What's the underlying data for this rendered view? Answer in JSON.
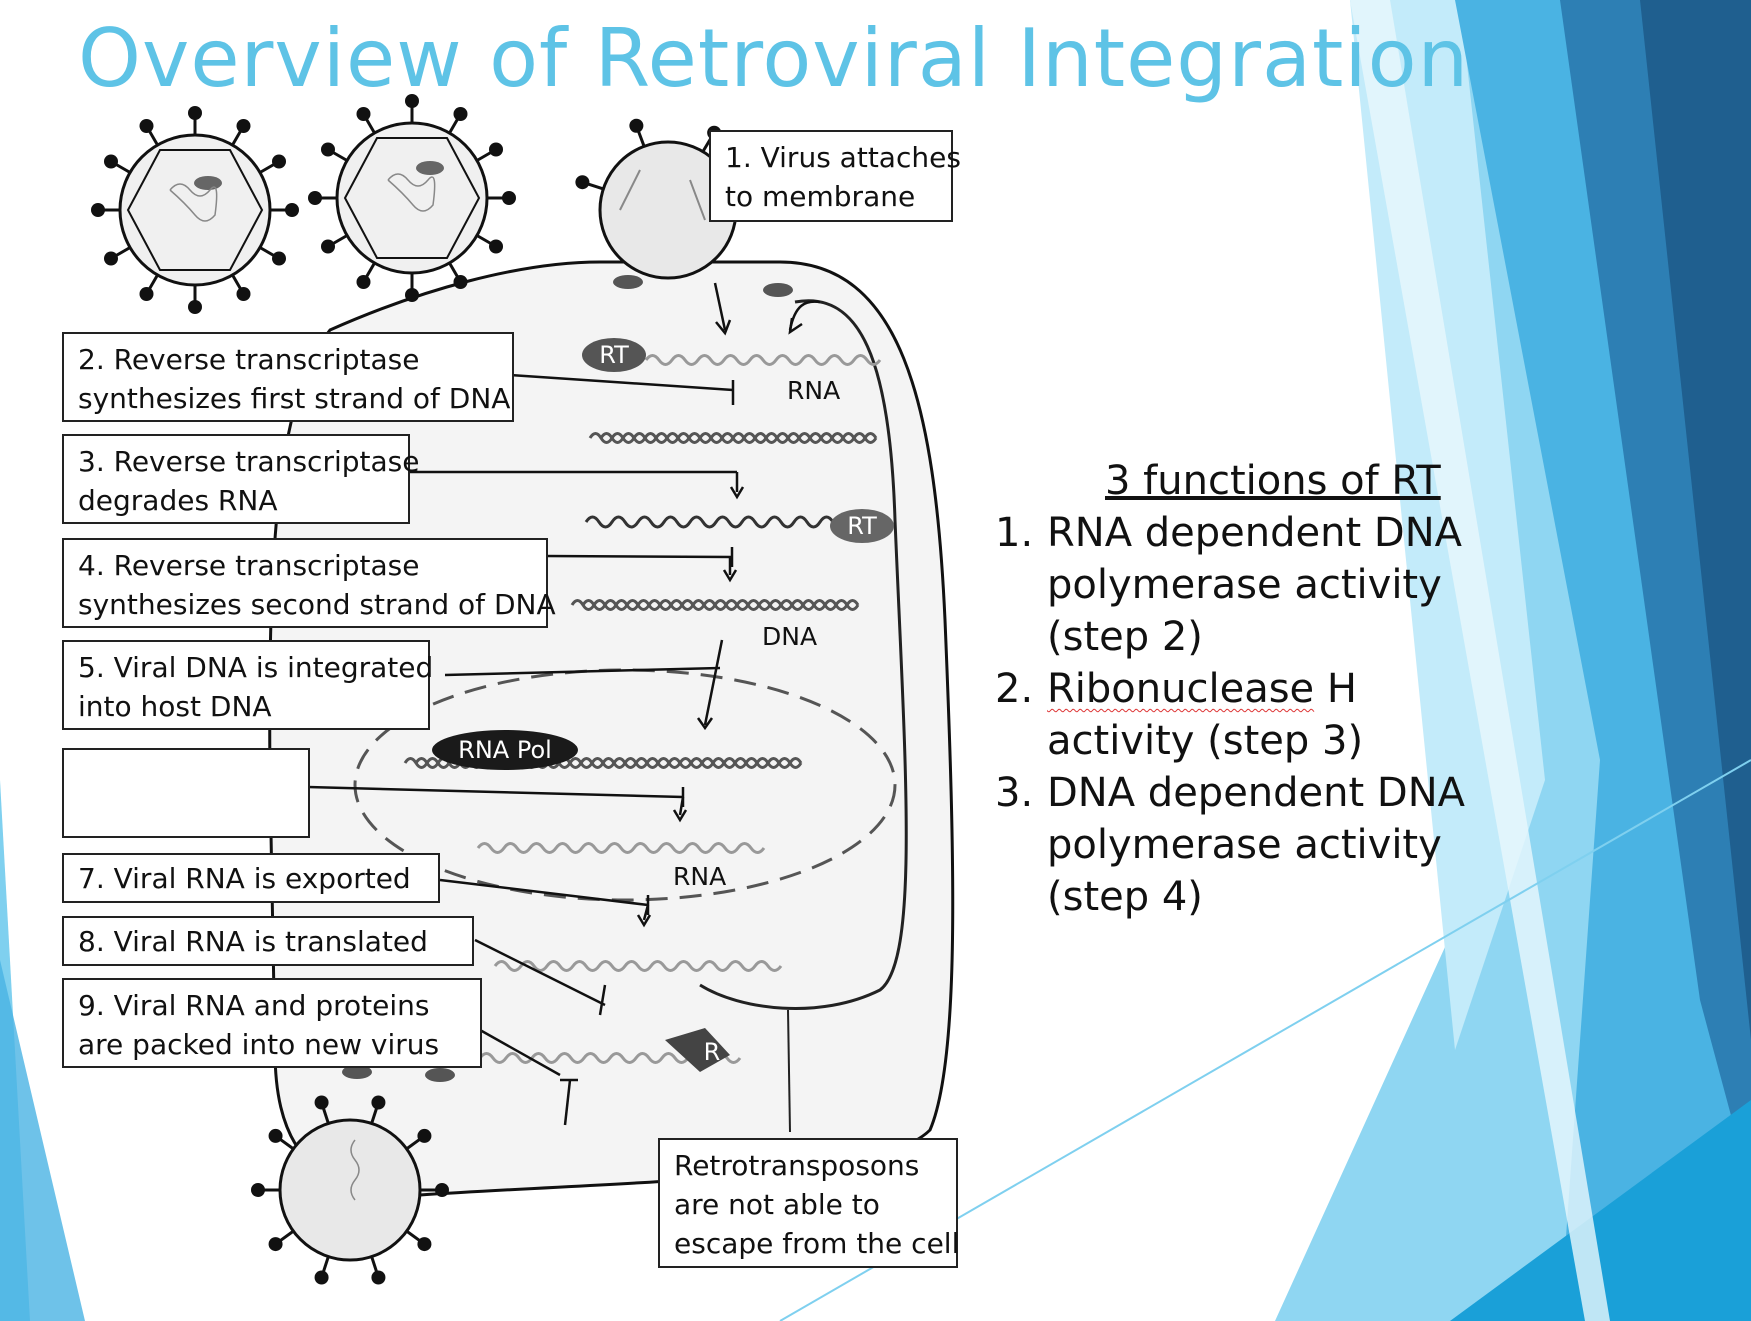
{
  "slide": {
    "title": "Overview of Retroviral Integration",
    "colors": {
      "title": "#5ec3e6",
      "accent_light": "#7fd0ef",
      "accent_mid": "#2f9fd8",
      "accent_dark": "#1f5f8f"
    }
  },
  "steps": [
    {
      "id": "step1",
      "lines": [
        "1. Virus attaches",
        "to membrane"
      ]
    },
    {
      "id": "step2",
      "lines": [
        "2. Reverse transcriptase",
        "synthesizes first strand of DNA"
      ]
    },
    {
      "id": "step3",
      "lines": [
        "3. Reverse transcriptase",
        "degrades RNA"
      ]
    },
    {
      "id": "step4",
      "lines": [
        "4. Reverse transcriptase",
        "synthesizes second strand of DNA"
      ]
    },
    {
      "id": "step5",
      "lines": [
        "5. Viral DNA is integrated",
        "into host DNA"
      ]
    },
    {
      "id": "step6",
      "lines": []
    },
    {
      "id": "step7",
      "lines": [
        "7. Viral RNA is exported"
      ]
    },
    {
      "id": "step8",
      "lines": [
        "8. Viral RNA is translated"
      ]
    },
    {
      "id": "step9",
      "lines": [
        "9. Viral RNA and proteins",
        "are packed into new virus"
      ]
    },
    {
      "id": "retro",
      "lines": [
        "Retrotransposons",
        "are not able to",
        "escape from the cell"
      ]
    }
  ],
  "labels": {
    "rna_top": "RNA",
    "dna": "DNA",
    "rna_bottom": "RNA",
    "rt_1": "RT",
    "rt_2": "RT",
    "rna_pol": "RNA Pol",
    "ribosome": "R"
  },
  "rt_functions": {
    "title": "3 functions of RT",
    "items": [
      {
        "num": "1.",
        "text": "RNA dependent DNA polymerase activity (step 2)"
      },
      {
        "num": "2.",
        "prefix": "Ribonuclease",
        "text": " H activity (step 3)"
      },
      {
        "num": "3.",
        "text": "DNA dependent DNA polymerase activity (step 4)"
      }
    ]
  }
}
